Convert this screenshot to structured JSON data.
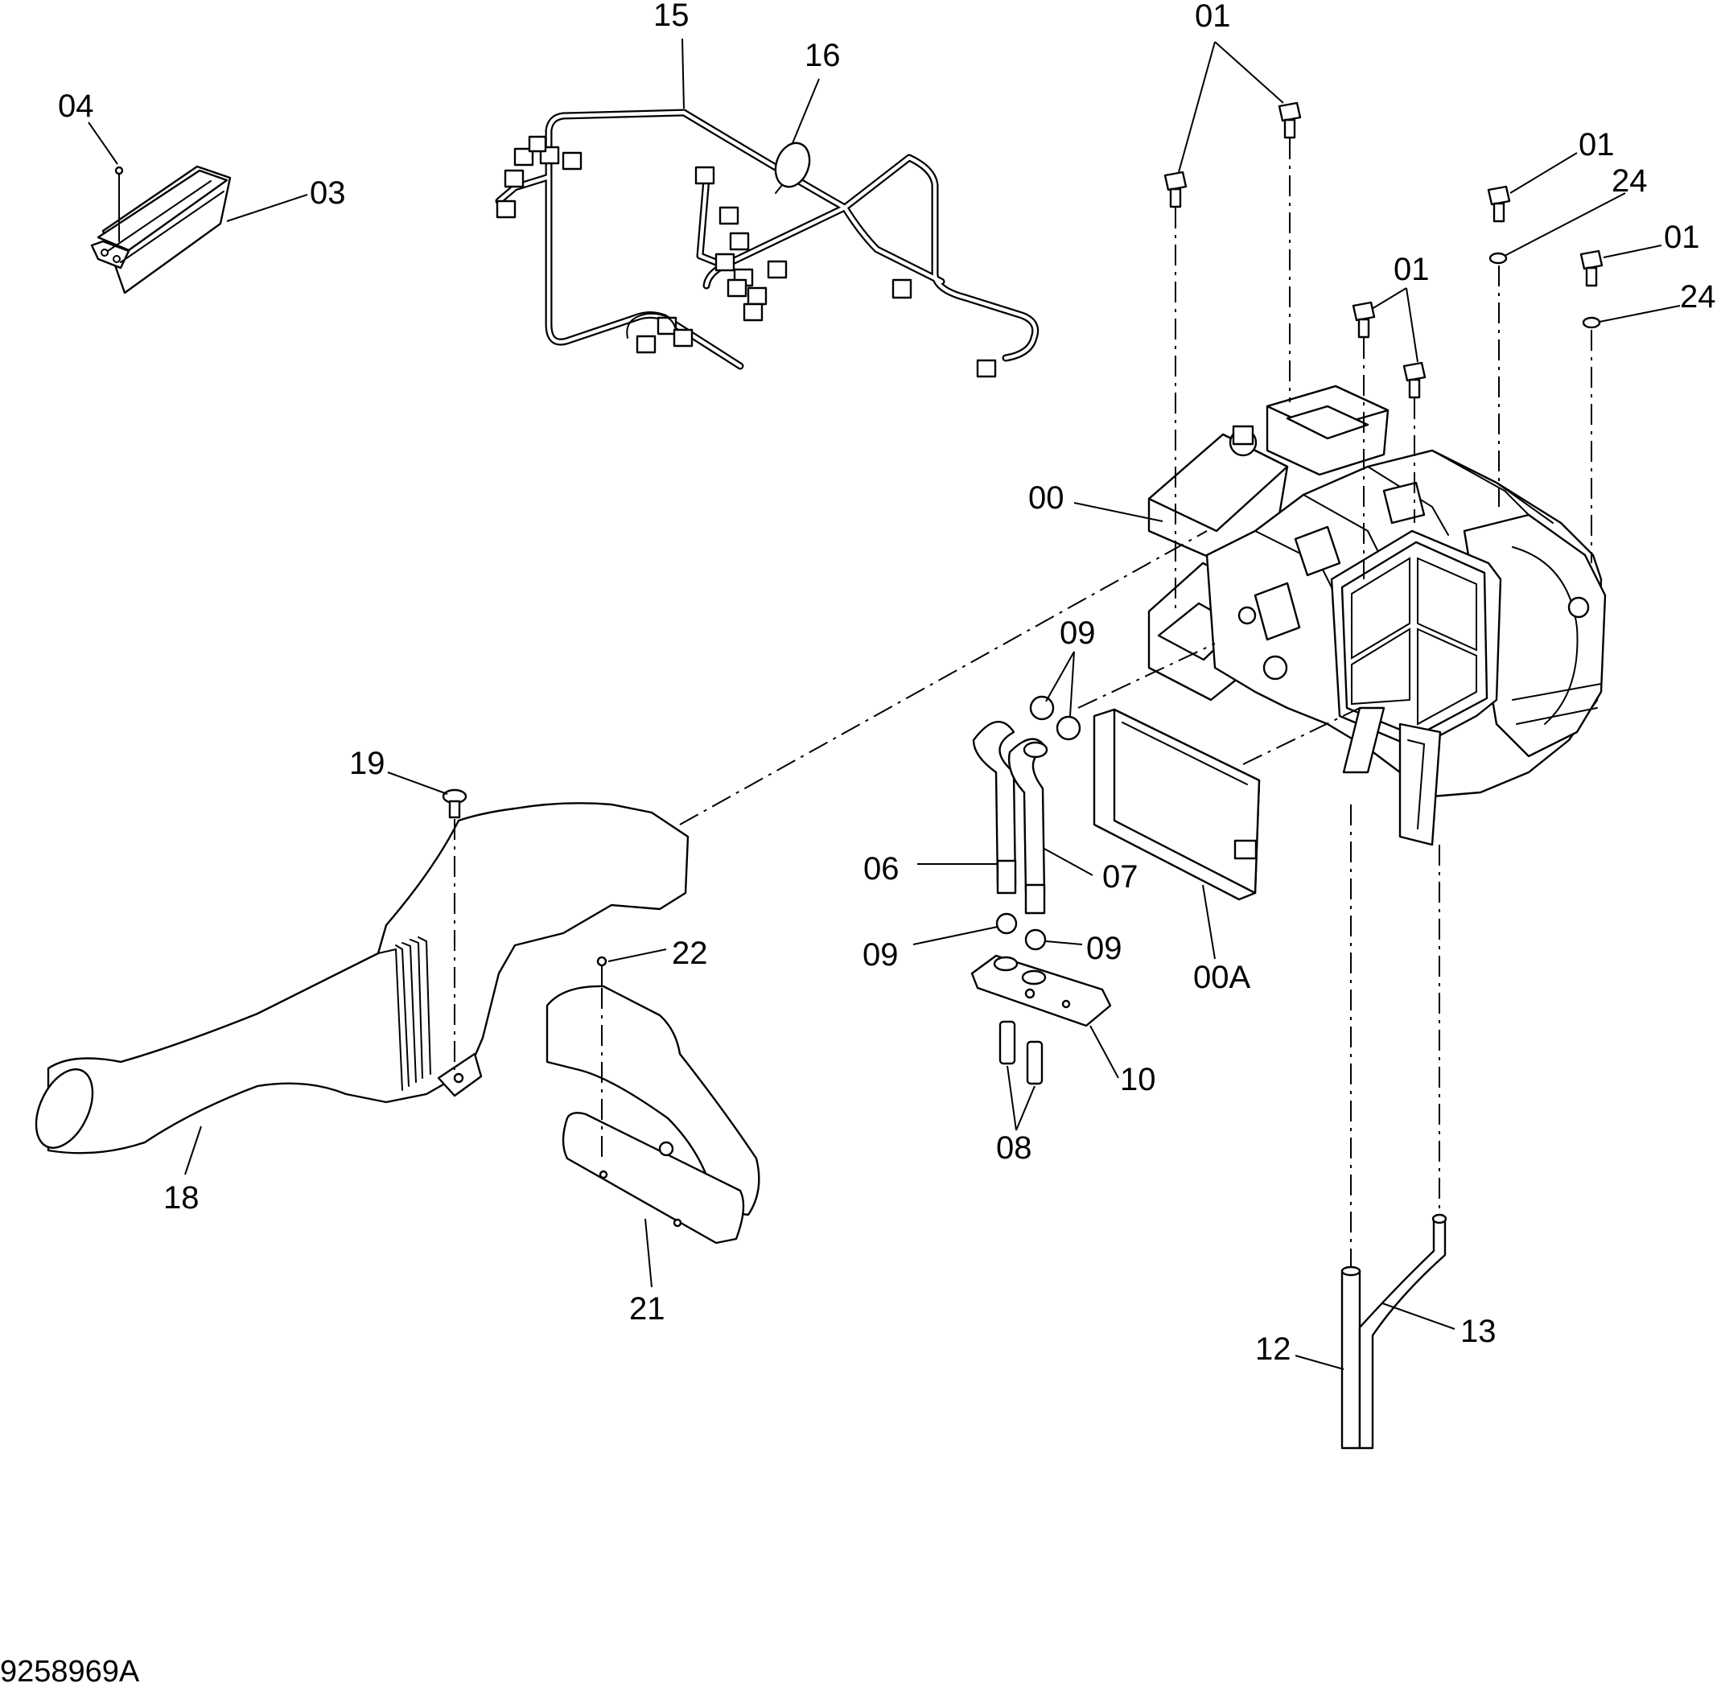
{
  "drawing_number": "9258969A",
  "callouts": {
    "c00": "00",
    "c00A": "00A",
    "c01": "01",
    "c03": "03",
    "c04": "04",
    "c06": "06",
    "c07": "07",
    "c08": "08",
    "c09": "09",
    "c10": "10",
    "c12": "12",
    "c13": "13",
    "c15": "15",
    "c16": "16",
    "c18": "18",
    "c19": "19",
    "c21": "21",
    "c22": "22",
    "c24": "24"
  }
}
